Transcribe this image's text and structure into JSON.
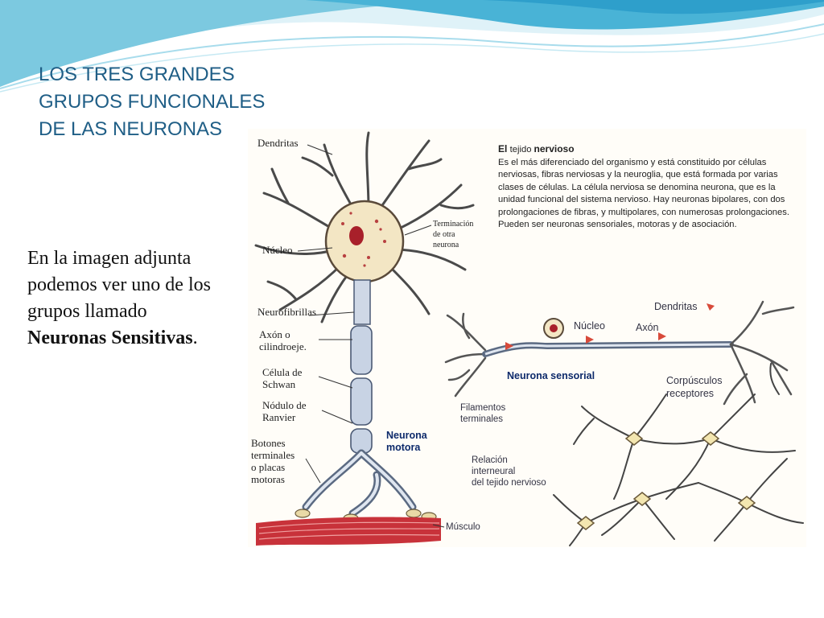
{
  "slide": {
    "title_lines": [
      "LOS TRES GRANDES",
      "GRUPOS FUNCIONALES",
      "DE LAS NEURONAS"
    ],
    "body_intro": "En la imagen adjunta podemos ver uno de los grupos llamado ",
    "body_bold": "Neuronas Sensitivas",
    "body_end": "."
  },
  "diagram": {
    "motor_labels": {
      "dendritas": "Dendritas",
      "terminacion": "Terminación\nde otra\nneurona",
      "nucleo": "Núcleo",
      "neurofibrillas": "Neurofibrillas",
      "axon": "Axón o\ncilindroeje.",
      "schwan": "Célula de\nSchwan",
      "nodulo": "Nódulo de\nRanvier",
      "botones": "Botones\nterminales\no placas\nmotoras",
      "neurona_motora": "Neurona\nmotora",
      "musculo": "Músculo"
    },
    "info": {
      "heading_pre": "El ",
      "heading_mid": "tejido ",
      "heading_bold": "nervioso",
      "text": "Es el más diferenciado del organismo y está constituido por células nerviosas, fibras nerviosas y la neuroglia, que está formada por varias clases de células. La célula nerviosa se denomina neurona, que es la unidad funcional del sistema nervioso. Hay neuronas bipolares, con dos prolongaciones de fibras, y multipolares, con numerosas prolongaciones. Pueden ser neuronas sensoriales, motoras y de asociación."
    },
    "sensory_labels": {
      "dendritas": "Dendritas",
      "nucleo": "Núcleo",
      "axon": "Axón",
      "neurona_sensorial": "Neurona sensorial",
      "corpusculos": "Corpúsculos\nreceptores",
      "filamentos": "Filamentos\nterminales",
      "relacion": "Relación\ninterneural\ndel tejido nervioso"
    }
  }
}
